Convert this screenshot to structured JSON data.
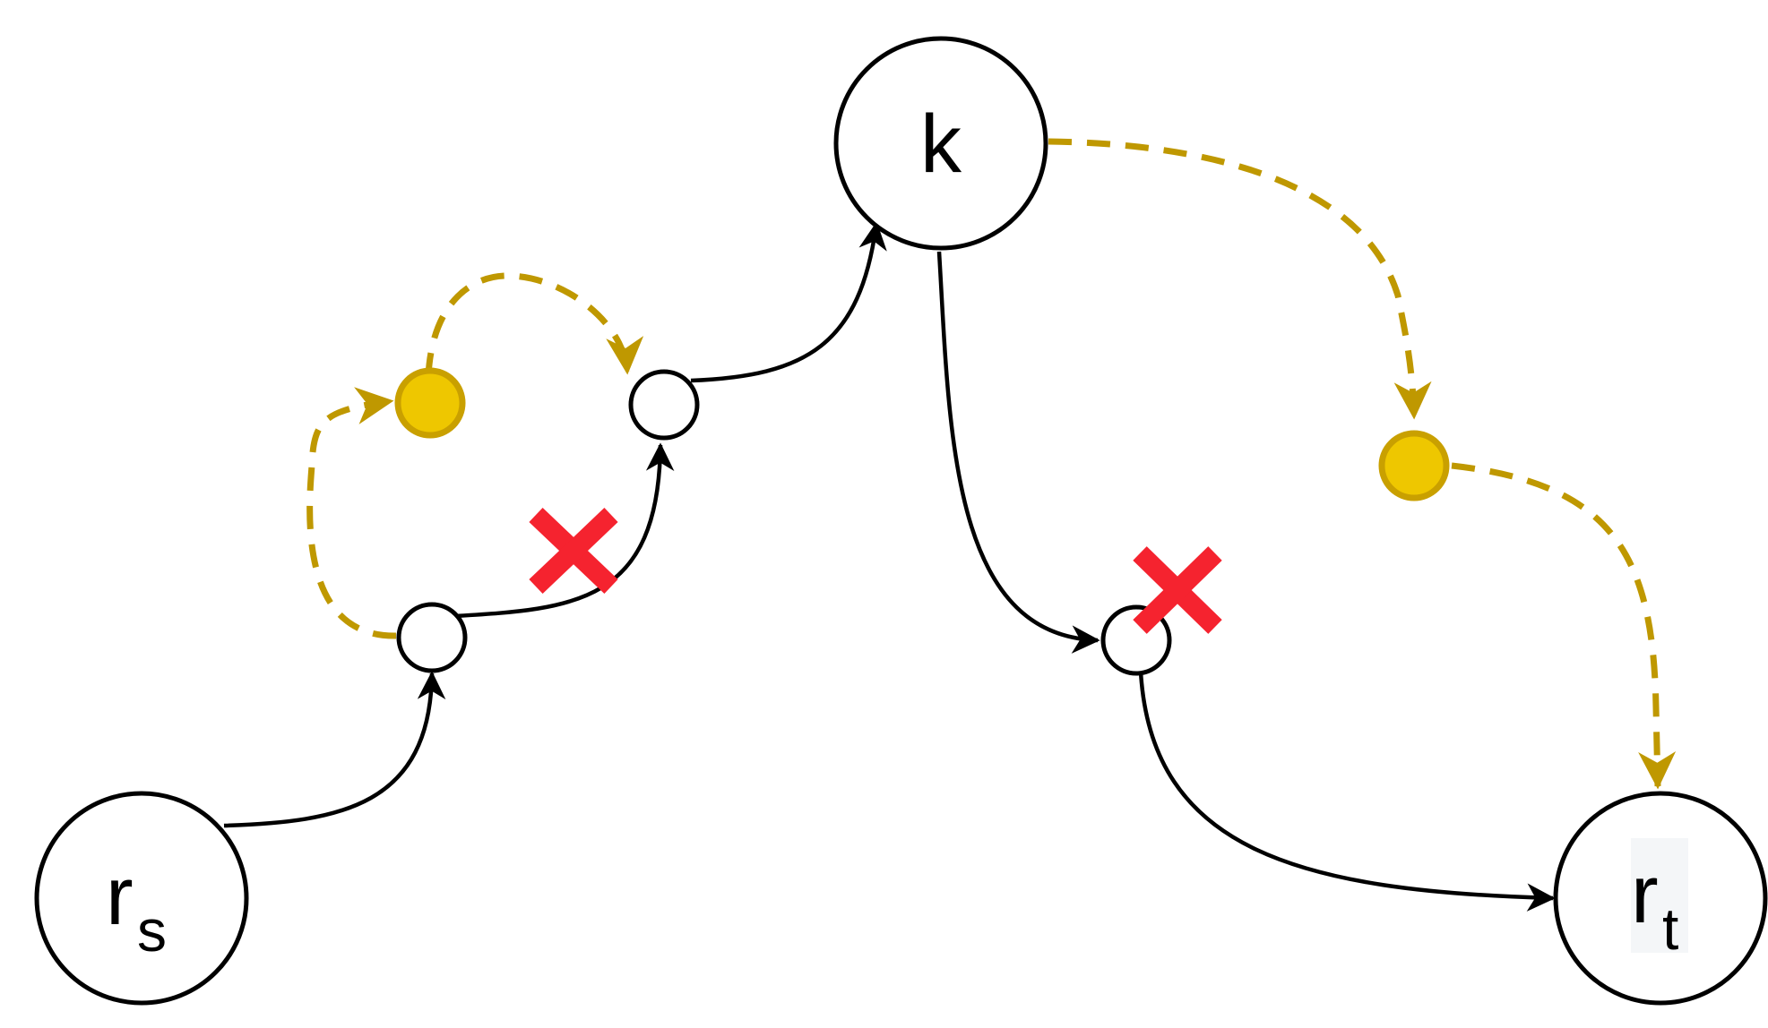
{
  "diagram": {
    "nodes": {
      "source": {
        "label": "r",
        "subscript": "s"
      },
      "middle": {
        "label": "k"
      },
      "target": {
        "label": "r",
        "subscript": "t"
      }
    },
    "colors": {
      "solid_edge": "#000000",
      "alternate_edge": "#bf9800",
      "alternate_node_fill": "#eec700",
      "alternate_node_stroke": "#c9a000",
      "blocked_marker": "#f5232f"
    },
    "markers": {
      "blocked_marker_icon": "cross-icon",
      "blocked_marker_count": 2
    }
  }
}
